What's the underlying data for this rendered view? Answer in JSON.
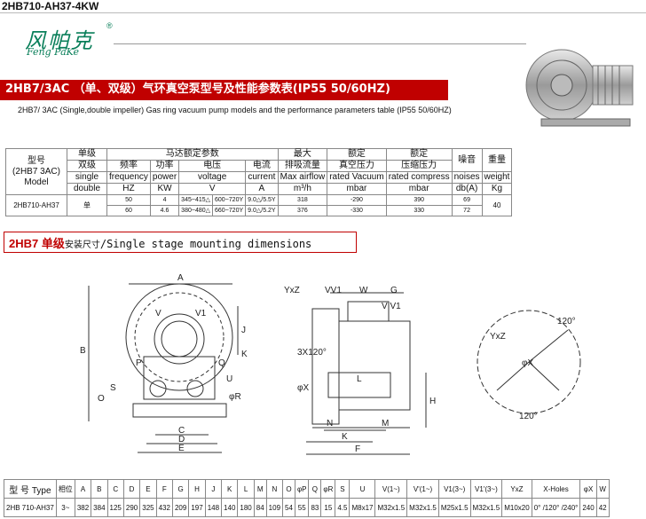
{
  "doc_title": "2HB710-AH37-4KW",
  "logo": {
    "cn": "风帕克",
    "en": "Feng PaKe",
    "reg": "®"
  },
  "banner": {
    "cn": "2HB7/3AC （单、双级）气环真空泵型号及性能参数表(IP55 50/60HZ)",
    "en": "2HB7/ 3AC (Single,double impeller) Gas ring vacuum pump models and the performance parameters table (IP55 50/60HZ)"
  },
  "perf_table": {
    "model_header": [
      "型号",
      "(2HB7 3AC)",
      "Model"
    ],
    "stage_header": [
      "单级",
      "双级",
      "single",
      "double"
    ],
    "motor_group": "马达额定参数",
    "cols": [
      {
        "cn": "频率",
        "en": "frequency",
        "unit": "HZ"
      },
      {
        "cn": "功率",
        "en": "power",
        "unit": "KW"
      },
      {
        "cn": "电压",
        "en": "voltage",
        "unit": "V"
      },
      {
        "cn": "电流",
        "en": "current",
        "unit": "A"
      },
      {
        "cn": "排吸流量",
        "en": "Max airflow",
        "unit": "m³/h",
        "top": "最大"
      },
      {
        "cn": "真空压力",
        "en": "rated Vacuum",
        "unit": "mbar",
        "top": "额定"
      },
      {
        "cn": "压缩压力",
        "en": "rated compress",
        "unit": "mbar",
        "top": "额定"
      },
      {
        "cn": "噪音",
        "en": "noises",
        "unit": "db(A)"
      },
      {
        "cn": "重量",
        "en": "weight",
        "unit": "Kg"
      }
    ],
    "row": {
      "model": "2HB710-AH37",
      "stage": "单",
      "freq": [
        "50",
        "60"
      ],
      "power": [
        "4",
        "4.6"
      ],
      "voltage_a": [
        "345~415△",
        "380~480△"
      ],
      "voltage_b": [
        "600~720Y",
        "660~720Y"
      ],
      "current": [
        "9.0△/5.5Y",
        "9.0△/5.2Y"
      ],
      "airflow": [
        "318",
        "376"
      ],
      "vacuum": [
        "-290",
        "-330"
      ],
      "compress": [
        "390",
        "330"
      ],
      "noise": [
        "69",
        "72"
      ],
      "weight": "40"
    }
  },
  "section2": {
    "b": "2HB7 单级",
    "s": "安装尺寸",
    "m": "/Single stage mounting dimensions"
  },
  "dims_table": {
    "headers": [
      "型 号 Type",
      "相位",
      "A",
      "B",
      "C",
      "D",
      "E",
      "F",
      "G",
      "H",
      "J",
      "K",
      "L",
      "M",
      "N",
      "O",
      "φP",
      "Q",
      "φR",
      "S",
      "U",
      "V(1~)",
      "V'(1~)",
      "V1(3~)",
      "V1'(3~)",
      "YxZ",
      "X-Holes",
      "φX",
      "W"
    ],
    "values": [
      "2HB 710-AH37",
      "3~",
      "382",
      "384",
      "125",
      "290",
      "325",
      "432",
      "209",
      "197",
      "148",
      "140",
      "180",
      "84",
      "109",
      "54",
      "55",
      "83",
      "15",
      "4.5",
      "M8x17",
      "M32x1.5",
      "M32x1.5",
      "M25x1.5",
      "M32x1.5",
      "M10x20",
      "0° /120° /240°",
      "240",
      "42"
    ]
  },
  "drawing_labels": {
    "front": [
      "A",
      "B",
      "C",
      "D",
      "E",
      "J",
      "K",
      "P",
      "Q",
      "S",
      "O",
      "U",
      "φR",
      "V",
      "V1"
    ],
    "side": [
      "YxZ",
      "VV1",
      "W",
      "G",
      "V V1",
      "φX",
      "3X120°",
      "L",
      "H",
      "N",
      "K",
      "M",
      "F"
    ],
    "flange": [
      "YxZ",
      "φX",
      "120°",
      "120°"
    ]
  }
}
